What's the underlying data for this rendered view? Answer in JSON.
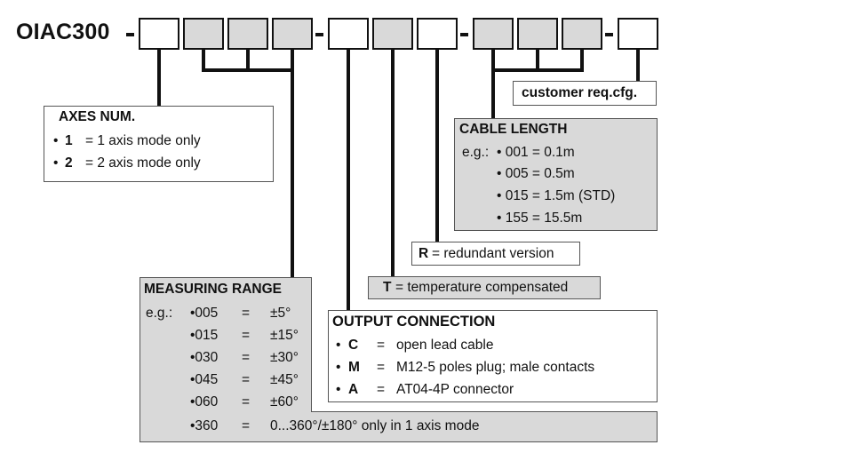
{
  "code": {
    "prefix": "OIAC300"
  },
  "axes": {
    "heading": "AXES NUM.",
    "items": [
      {
        "bullet": "•",
        "code": "1",
        "desc": "= 1 axis mode only"
      },
      {
        "bullet": "•",
        "code": "2",
        "desc": "= 2 axis mode only"
      }
    ]
  },
  "measuring": {
    "heading": "MEASURING RANGE",
    "eg": "e.g.:",
    "rows": [
      {
        "code": "•005",
        "eq": "=",
        "val": "±5°"
      },
      {
        "code": "•015",
        "eq": "=",
        "val": "±15°"
      },
      {
        "code": "•030",
        "eq": "=",
        "val": "±30°"
      },
      {
        "code": "•045",
        "eq": "=",
        "val": "±45°"
      },
      {
        "code": "•060",
        "eq": "=",
        "val": "±60°"
      },
      {
        "code": "•360",
        "eq": "=",
        "val": "0...360°/±180° only in 1 axis mode"
      }
    ]
  },
  "output": {
    "heading": "OUTPUT CONNECTION",
    "items": [
      {
        "bullet": "•",
        "code": "C",
        "eq": "=",
        "desc": "open lead cable"
      },
      {
        "bullet": "•",
        "code": "M",
        "eq": "=",
        "desc": "M12-5 poles plug; male contacts"
      },
      {
        "bullet": "•",
        "code": "A",
        "eq": "=",
        "desc": "AT04-4P connector"
      }
    ]
  },
  "temperature": {
    "code": "T",
    "desc": "= temperature compensated"
  },
  "redundant": {
    "code": "R",
    "desc": "= redundant version"
  },
  "cable": {
    "heading": "CABLE LENGTH",
    "eg": "e.g.:",
    "rows": [
      "• 001 = 0.1m",
      "• 005 = 0.5m",
      "• 015 = 1.5m (STD)",
      "• 155 = 15.5m"
    ]
  },
  "customer": {
    "label": "customer req.cfg."
  }
}
